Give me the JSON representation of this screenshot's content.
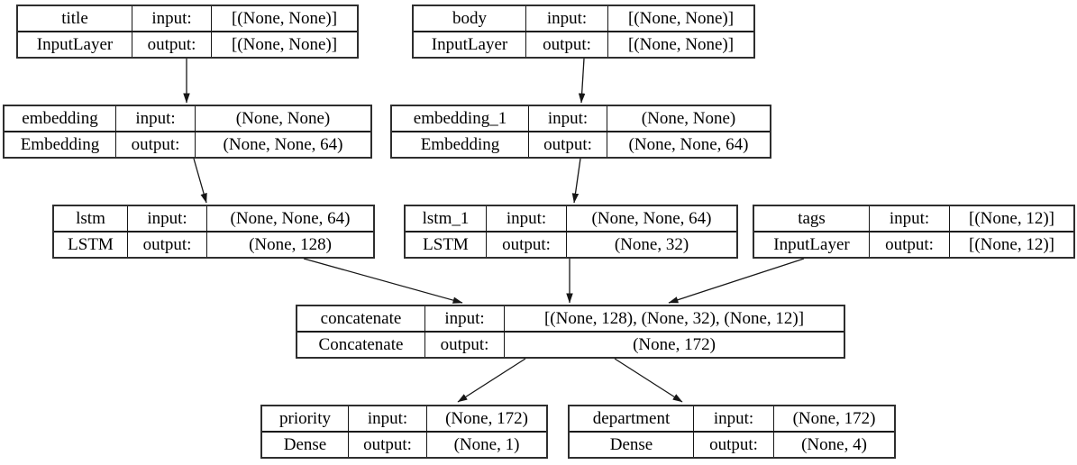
{
  "nodes": {
    "title": {
      "name": "title",
      "type": "InputLayer",
      "input_label": "input:",
      "output_label": "output:",
      "input_shape": "[(None, None)]",
      "output_shape": "[(None, None)]"
    },
    "body": {
      "name": "body",
      "type": "InputLayer",
      "input_label": "input:",
      "output_label": "output:",
      "input_shape": "[(None, None)]",
      "output_shape": "[(None, None)]"
    },
    "embedding": {
      "name": "embedding",
      "type": "Embedding",
      "input_label": "input:",
      "output_label": "output:",
      "input_shape": "(None, None)",
      "output_shape": "(None, None, 64)"
    },
    "embedding_1": {
      "name": "embedding_1",
      "type": "Embedding",
      "input_label": "input:",
      "output_label": "output:",
      "input_shape": "(None, None)",
      "output_shape": "(None, None, 64)"
    },
    "lstm": {
      "name": "lstm",
      "type": "LSTM",
      "input_label": "input:",
      "output_label": "output:",
      "input_shape": "(None, None, 64)",
      "output_shape": "(None, 128)"
    },
    "lstm_1": {
      "name": "lstm_1",
      "type": "LSTM",
      "input_label": "input:",
      "output_label": "output:",
      "input_shape": "(None, None, 64)",
      "output_shape": "(None, 32)"
    },
    "tags": {
      "name": "tags",
      "type": "InputLayer",
      "input_label": "input:",
      "output_label": "output:",
      "input_shape": "[(None, 12)]",
      "output_shape": "[(None, 12)]"
    },
    "concatenate": {
      "name": "concatenate",
      "type": "Concatenate",
      "input_label": "input:",
      "output_label": "output:",
      "input_shape": "[(None, 128), (None, 32), (None, 12)]",
      "output_shape": "(None, 172)"
    },
    "priority": {
      "name": "priority",
      "type": "Dense",
      "input_label": "input:",
      "output_label": "output:",
      "input_shape": "(None, 172)",
      "output_shape": "(None, 1)"
    },
    "department": {
      "name": "department",
      "type": "Dense",
      "input_label": "input:",
      "output_label": "output:",
      "input_shape": "(None, 172)",
      "output_shape": "(None, 4)"
    }
  },
  "edges": [
    {
      "from": "title",
      "to": "embedding"
    },
    {
      "from": "body",
      "to": "embedding_1"
    },
    {
      "from": "embedding",
      "to": "lstm"
    },
    {
      "from": "embedding_1",
      "to": "lstm_1"
    },
    {
      "from": "lstm",
      "to": "concatenate"
    },
    {
      "from": "lstm_1",
      "to": "concatenate"
    },
    {
      "from": "tags",
      "to": "concatenate"
    },
    {
      "from": "concatenate",
      "to": "priority"
    },
    {
      "from": "concatenate",
      "to": "department"
    }
  ],
  "colors": {
    "background": "#ffffff",
    "border": "#161616",
    "text": "#000000"
  }
}
